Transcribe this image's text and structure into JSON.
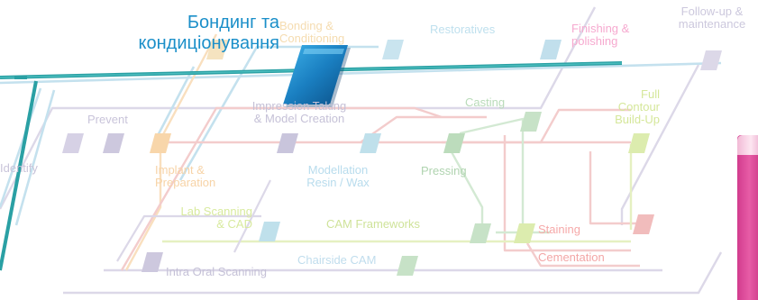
{
  "title": {
    "line1": "Бондинг та",
    "line2": "кондиціонування"
  },
  "labels": {
    "identify": "Identify",
    "prevent": "Prevent",
    "implant_1": "Implant &",
    "implant_2": "Preparation",
    "impression_1": "Impression Taking",
    "impression_2": "& Model Creation",
    "modellation_1": "Modellation",
    "modellation_2": "Resin / Wax",
    "casting": "Casting",
    "pressing": "Pressing",
    "bonding_1": "Bonding &",
    "bonding_2": "Conditioning",
    "restoratives": "Restoratives",
    "finishing_1": "Finishing &",
    "finishing_2": "polishing",
    "followup_1": "Follow-up &",
    "followup_2": "maintenance",
    "full_1": "Full",
    "full_2": "Contour",
    "full_3": "Build-Up",
    "labscan_1": "Lab Scanning",
    "labscan_2": "& CAD",
    "cam": "CAM Frameworks",
    "staining": "Staining",
    "chairside": "Chairside CAM",
    "cementation": "Cementation",
    "intraoral": "Intra Oral Scanning"
  },
  "colors": {
    "highlight": "#1b8fc9",
    "purple": "#c6c1d9",
    "blue": "#a8d2e4",
    "orange": "#f6cf9e",
    "red": "#efb8b8",
    "green": "#c5e2c5",
    "yellowgreen": "#d8ea9e"
  }
}
